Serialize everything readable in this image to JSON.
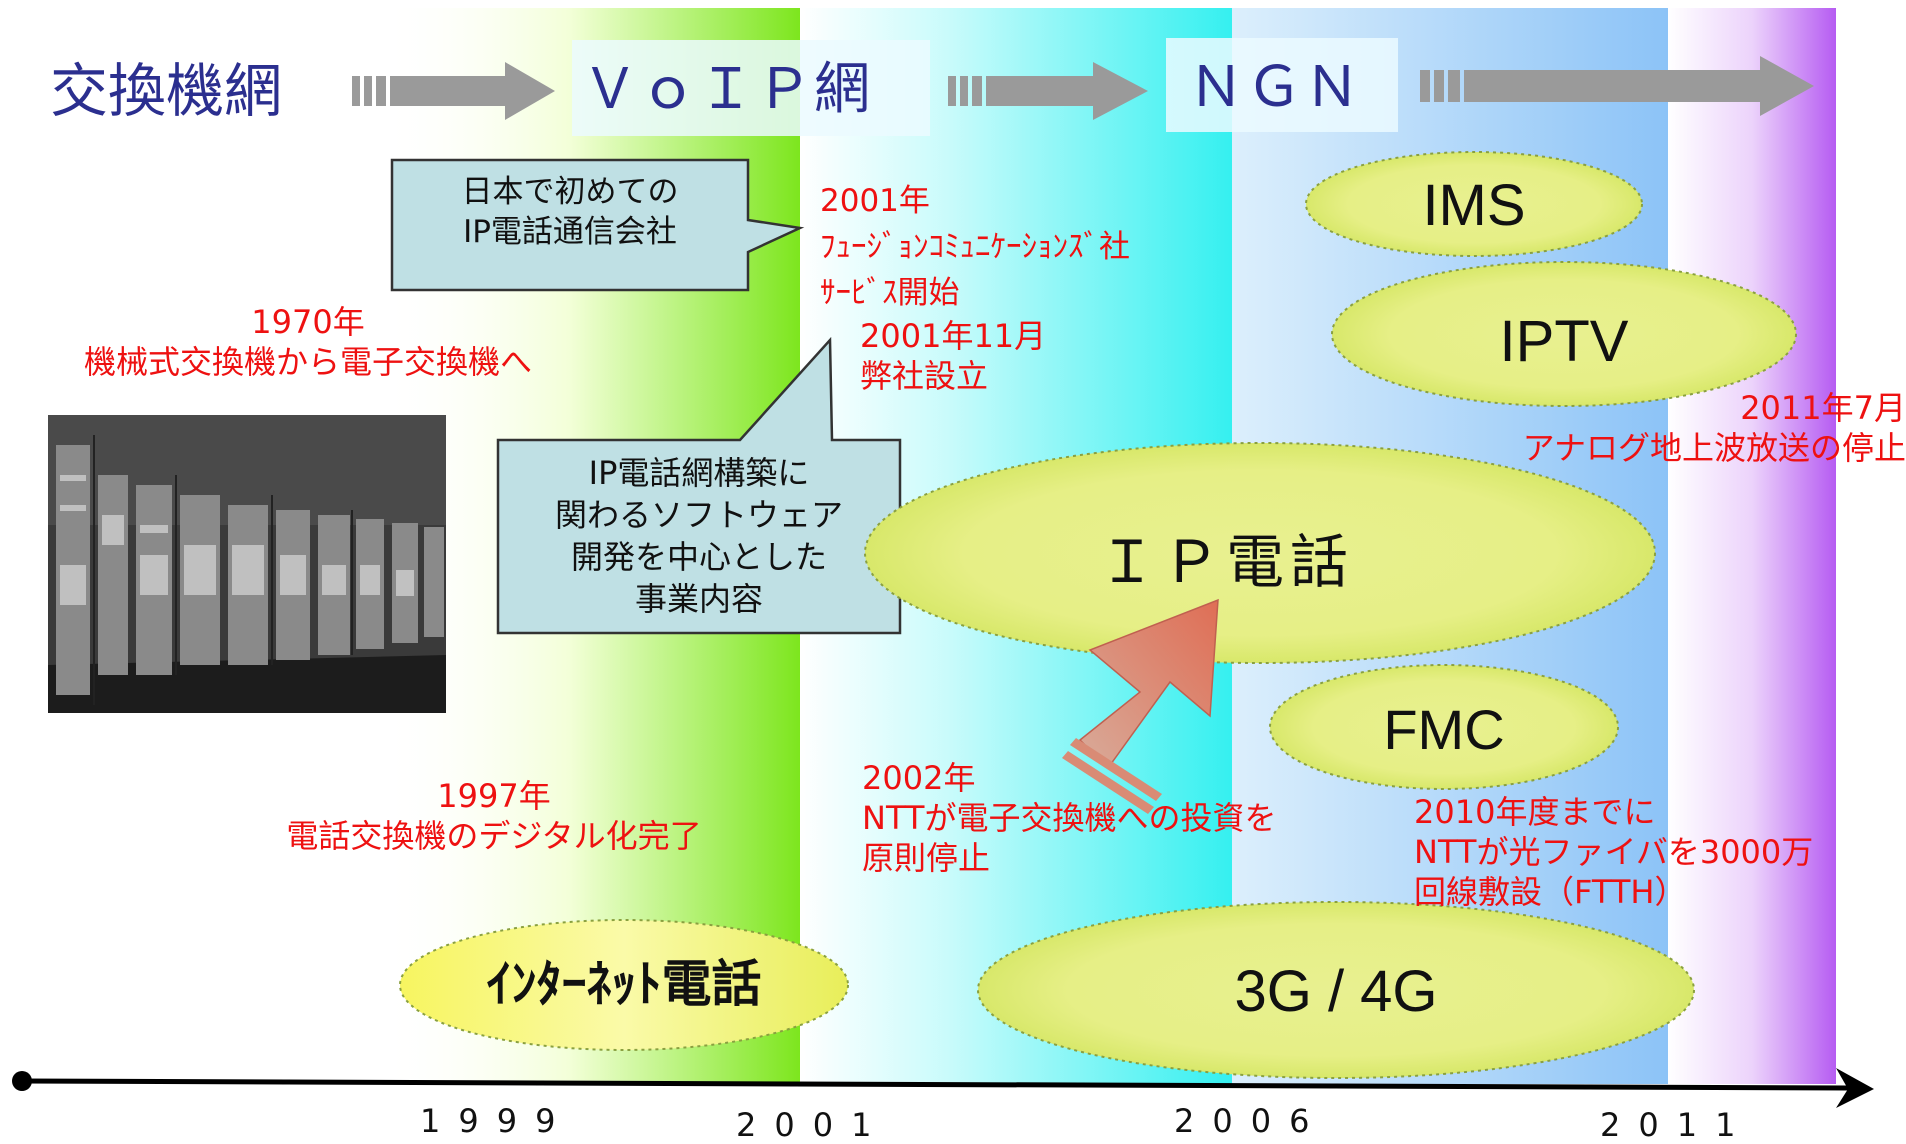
{
  "eras": {
    "switch": "交換機網",
    "voip": "ＶｏＩＰ網",
    "ngn": "ＮＧＮ"
  },
  "callouts": {
    "first_ip_company": "日本で初めての\nIP電話通信会社",
    "business": "IP電話網構築に\n関わるソフトウェア\n開発を中心とした\n事業内容"
  },
  "events": {
    "e1970": "1970年\n機械式交換機から電子交換機へ",
    "e1997": "1997年\n電話交換機のデジタル化完了",
    "e2001": "2001年\nﾌｭｰｼﾞｮﾝｺﾐｭﾆｹｰｼｮﾝｽﾞ社\nｻｰﾋﾞｽ開始",
    "e2001_11": "2001年11月\n弊社設立",
    "e2002": "2002年\nNTTが電子交換機への投資を\n原則停止",
    "e2010": "2010年度までに\nNTTが光ファイバを3000万\n回線敷設（FTTH）",
    "e2011": "2011年7月\nアナログ地上波放送の停止"
  },
  "technologies": {
    "ims": "IMS",
    "iptv": "IPTV",
    "ip_phone": "ＩＰ電話",
    "fmc": "FMC",
    "internet_phone": "ｲﾝﾀｰﾈｯﾄ電話",
    "mobile": "3G / 4G"
  },
  "timeline": {
    "years": [
      "1999",
      "2001",
      "2006",
      "2011"
    ]
  },
  "colors": {
    "era_title": "#2b2f8f",
    "event_text": "#ee1111",
    "callout_fill": "#bfe0e4",
    "ellipse_fill": "#e5ef8a",
    "arrow_gray": "#9a9a9a",
    "up_arrow": "#d9826e"
  }
}
